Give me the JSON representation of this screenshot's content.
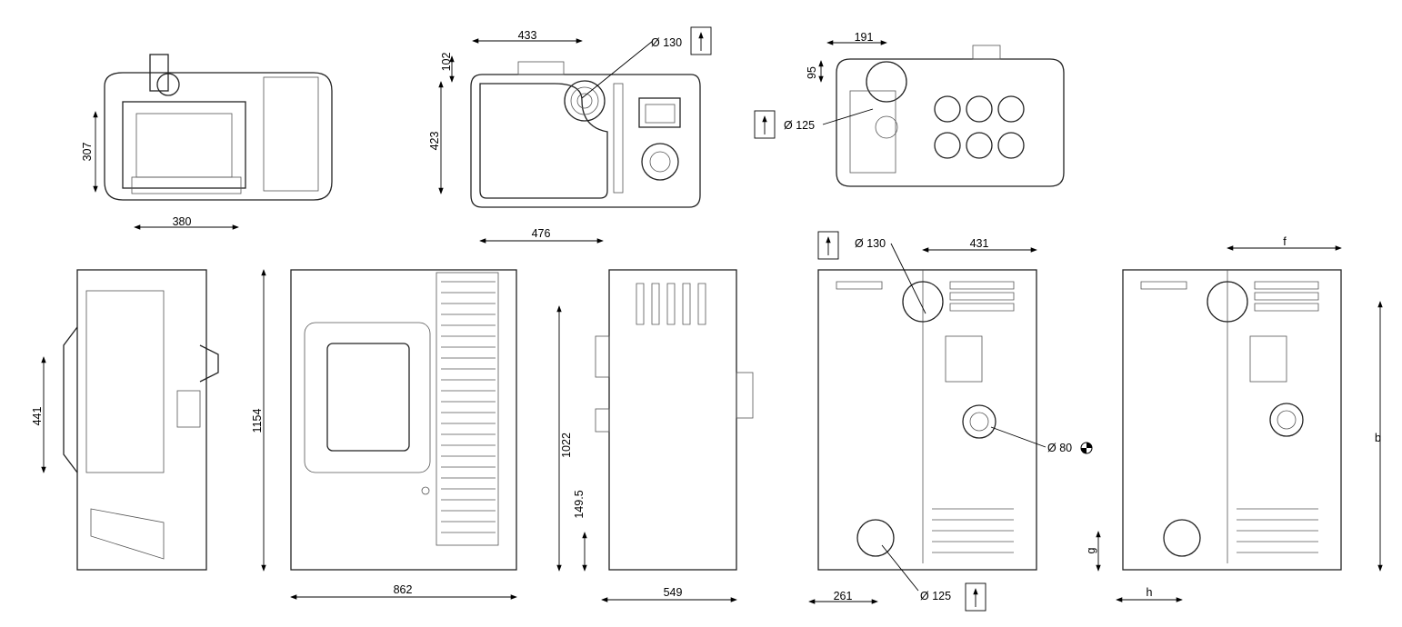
{
  "top_views": {
    "front_top": {
      "height_307": "307",
      "width_380": "380"
    },
    "middle_top": {
      "width_433": "433",
      "flue_dia": "Ø 130",
      "offset_102": "102",
      "depth_423": "423",
      "width_476": "476"
    },
    "right_top": {
      "width_191": "191",
      "offset_95": "95",
      "air_dia": "Ø 125"
    }
  },
  "bottom_views": {
    "section": {
      "height_441": "441"
    },
    "front": {
      "height_1154": "1154",
      "width_862": "862"
    },
    "side": {
      "height_1022": "1022",
      "height_149_5": "149.5",
      "depth_549": "549"
    },
    "rear": {
      "flue_dia": "Ø 130",
      "width_431": "431",
      "ducting_dia": "Ø 80",
      "width_261": "261",
      "air_dia": "Ø 125"
    },
    "rear_generic": {
      "dim_f": "f",
      "dim_b": "b",
      "dim_g": "g",
      "dim_h": "h"
    }
  }
}
